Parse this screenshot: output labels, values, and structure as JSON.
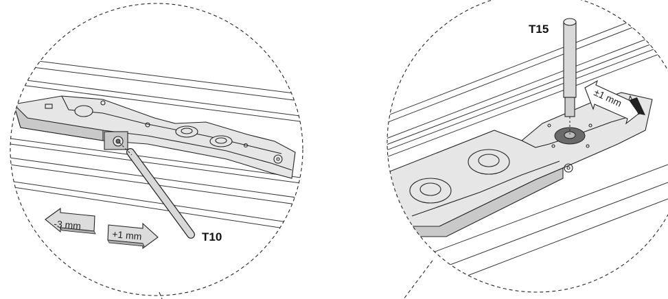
{
  "left_detail": {
    "tool_label": "T10",
    "arrow_minus_label": "-3 mm",
    "arrow_plus_label": "+1 mm"
  },
  "right_detail": {
    "tool_label": "T15",
    "arrow_label": "±1 mm"
  },
  "colors": {
    "line": "#222222",
    "part_fill": "#e6e6e6",
    "part_shade": "#c9c9c9",
    "screw_dark": "#6a6a6a",
    "background": "#ffffff"
  }
}
